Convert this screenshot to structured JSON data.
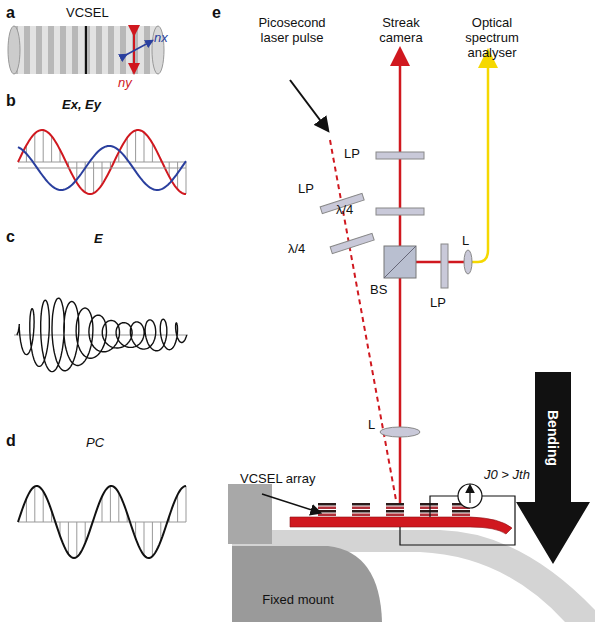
{
  "diagram": {
    "nodes": [
      {
        "text": [
          "Bending"
        ]
      },
      {
        "text": [
          "Fixed mount"
        ]
      }
    ],
    "labels": [
      "a",
      "VCSEL",
      "nx",
      "ny",
      "b",
      "Ex, Ey",
      "c",
      "E",
      "d",
      "PC",
      "e",
      "Picosecond laser pulse",
      "Streak camera",
      "Optical spectrum analyser",
      "LP",
      "λ/4",
      "LP",
      "λ/4",
      "BS",
      "L",
      "LP",
      "L",
      "VCSEL array",
      "J0 > Jth"
    ]
  }
}
